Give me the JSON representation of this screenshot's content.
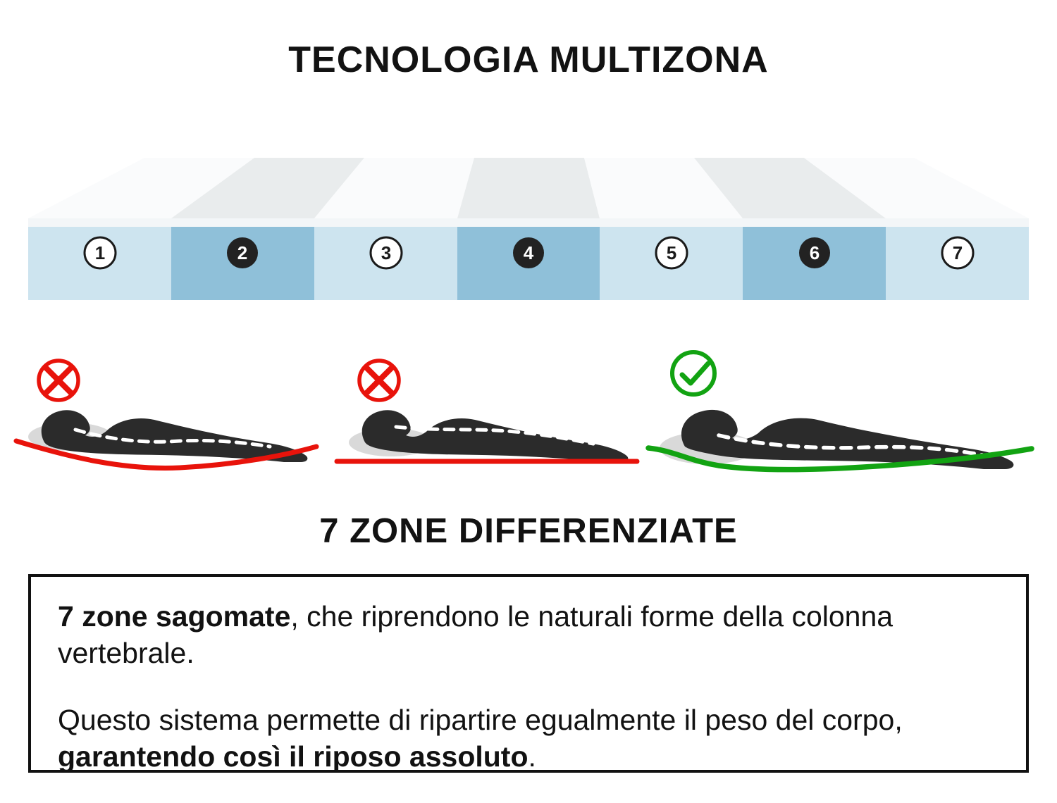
{
  "title": "TECNOLOGIA MULTIZONA",
  "subtitle": "7 ZONE DIFFERENZIATE",
  "mattress": {
    "zones": [
      {
        "num": "1",
        "tone": "light"
      },
      {
        "num": "2",
        "tone": "dark"
      },
      {
        "num": "3",
        "tone": "light"
      },
      {
        "num": "4",
        "tone": "dark"
      },
      {
        "num": "5",
        "tone": "light"
      },
      {
        "num": "6",
        "tone": "dark"
      },
      {
        "num": "7",
        "tone": "light"
      }
    ],
    "colors": {
      "front_light": "#cde4ef",
      "front_dark": "#8fc0d9",
      "top_light": "#fafbfc",
      "top_dark": "#e9eced",
      "edge_band": "#f3f6f8"
    }
  },
  "figures": [
    {
      "name": "wrong-posture-soft-mattress",
      "icon": "x-icon"
    },
    {
      "name": "wrong-posture-hard-mattress",
      "icon": "x-icon"
    },
    {
      "name": "correct-posture-multizone",
      "icon": "check-icon"
    }
  ],
  "status_colors": {
    "wrong": "#e8130b",
    "right": "#12a312",
    "body": "#2b2b2b",
    "pillow": "#d9d9d9",
    "spine": "#ffffff"
  },
  "infobox": {
    "p1_bold": "7 zone sagomate",
    "p1_rest": ", che riprendono le naturali forme della colonna vertebrale.",
    "p2_start": "Questo sistema permette di ripartire egualmente il peso del corpo, ",
    "p2_bold": "garantendo così il riposo assoluto",
    "p2_end": "."
  }
}
